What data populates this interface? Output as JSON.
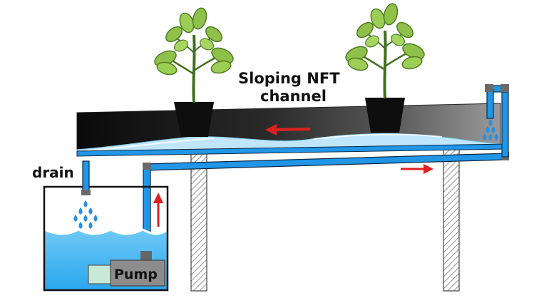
{
  "labels": {
    "channel_line1": "Sloping NFT",
    "channel_line2": "channel",
    "drain": "drain",
    "pump": "Pump"
  },
  "colors": {
    "water": "#4fb8f0",
    "pipe": "#2196e8",
    "pipe_outline": "#0d2a44",
    "channel_dark": "#111111",
    "channel_light": "#8a8a8a",
    "arrow": "#e02020",
    "leaf": "#8fc04a",
    "leaf_dark": "#4f7d22",
    "stem": "#3f6f1c",
    "pot": "#0e0e0e",
    "pump_body": "#8c8c8c",
    "pump_box": "#c7ead7",
    "leg_hatch": "#555555"
  },
  "icons": {
    "plant_left": "plant-icon",
    "plant_right": "plant-icon",
    "flow_arrows": "arrow-icon",
    "drops": "water-drop-icon"
  }
}
